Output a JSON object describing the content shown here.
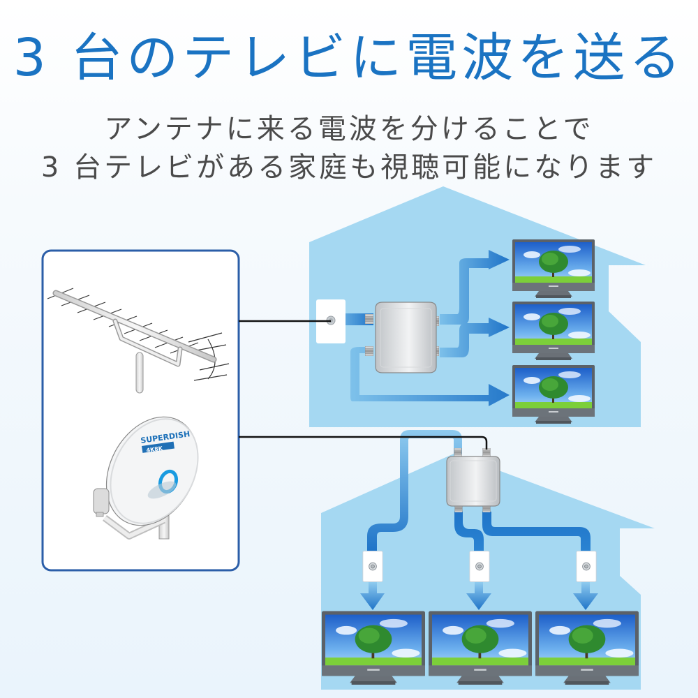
{
  "header": {
    "title": "3 台のテレビに電波を送る",
    "subtitle_lines": [
      "アンテナに来る電波を分けることで",
      "3 台テレビがある家庭も視聴可能になります"
    ]
  },
  "antennas": {
    "panel_label": "antenna-panel",
    "uhf": "UHF Yagi antenna",
    "bs_cs": "BS/CS satellite dish",
    "dish_brand": "SUPERDISH",
    "dish_badge": "4K8K"
  },
  "scenarios": [
    {
      "name": "upper-house",
      "description": "Wall outlet → splitter (3-way) → 3 TVs",
      "tv_count": 3
    },
    {
      "name": "lower-house",
      "description": "Splitter (2-way) + through line → 3 wall outlets → 3 TVs",
      "tv_count": 3
    }
  ],
  "colors": {
    "title": "#1a73c2",
    "subtitle": "#4a4a4a",
    "house": "#a5d8f2",
    "arrow": "#2a7fcf",
    "panel_border": "#2b5ea8",
    "cable": "#111111"
  }
}
